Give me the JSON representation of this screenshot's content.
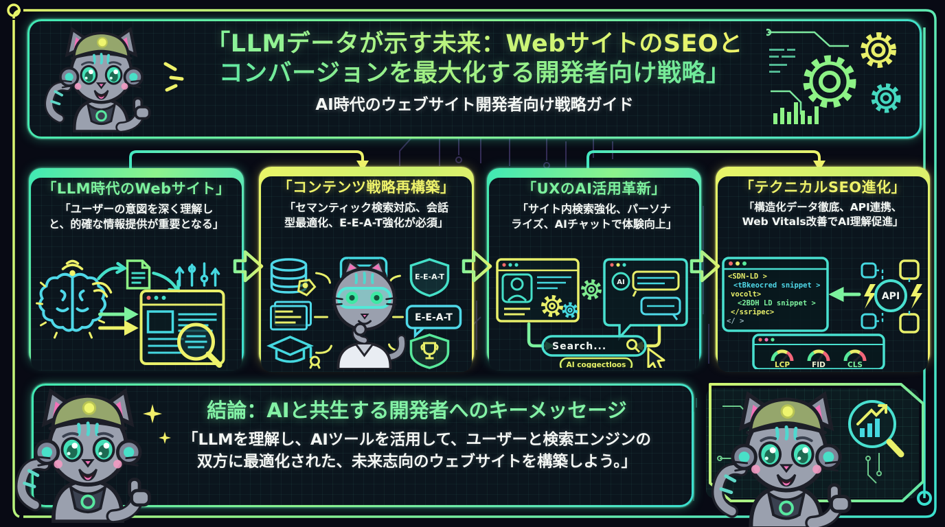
{
  "header": {
    "title_line1": "「LLMデータが示す未来：WebサイトのSEOと",
    "title_line2": "コンバージョンを最大化する開発者向け戦略」",
    "subtitle": "AI時代のウェブサイト開発者向け戦略ガイド"
  },
  "boxes": [
    {
      "title": "「LLM時代のWebサイト」",
      "body1": "「ユーザーの意図を深く理解し",
      "body2": "と、的確な情報提供が重要となる」"
    },
    {
      "title": "「コンテンツ戦略再構築」",
      "body1": "「セマンティック検索対応、会話",
      "body2": "型最適化、E-E-A-T強化が必須」",
      "shield_label": "E-E-A-T",
      "bubble_label": "E-E-A-T"
    },
    {
      "title": "「UXのAI活用革新」",
      "body1": "「サイト内検索強化、パーソナ",
      "body2": "ライズ、AIチャットで体験向上」",
      "ai_badge": "AI",
      "search_placeholder": "Search...",
      "suggestion_label": "AI coggectloos"
    },
    {
      "title": "「テクニカルSEO進化」",
      "body1": "「構造化データ徹底、API連携、",
      "body2": "Web Vitals改善でAI理解促進」",
      "code_lines": [
        "<SDN-LD >",
        "<tBkeocred snippet >",
        "vocolt>",
        "<2BDH LD snippet >",
        "</ssripec>",
        "</ >"
      ],
      "api_label": "API",
      "gauge_labels": [
        "LCP",
        "FID",
        "CLS"
      ]
    }
  ],
  "conclusion": {
    "title": "結論：AIと共生する開発者へのキーメッセージ",
    "body1": "「LLMを理解し、AIツールを活用して、ユーザーと検索エンジンの",
    "body2": "双方に最適化された、未来志向のウェブサイトを構築しよう。」"
  },
  "colors": {
    "background": "#080a14",
    "neon_green": "#7df29e",
    "neon_teal": "#45e6c0",
    "neon_yellow": "#eef26a",
    "neon_cyan": "#4fd8e8",
    "text_white": "#f3f7f4",
    "gauge_red": "#f2667a",
    "pink": "#f272b8"
  }
}
